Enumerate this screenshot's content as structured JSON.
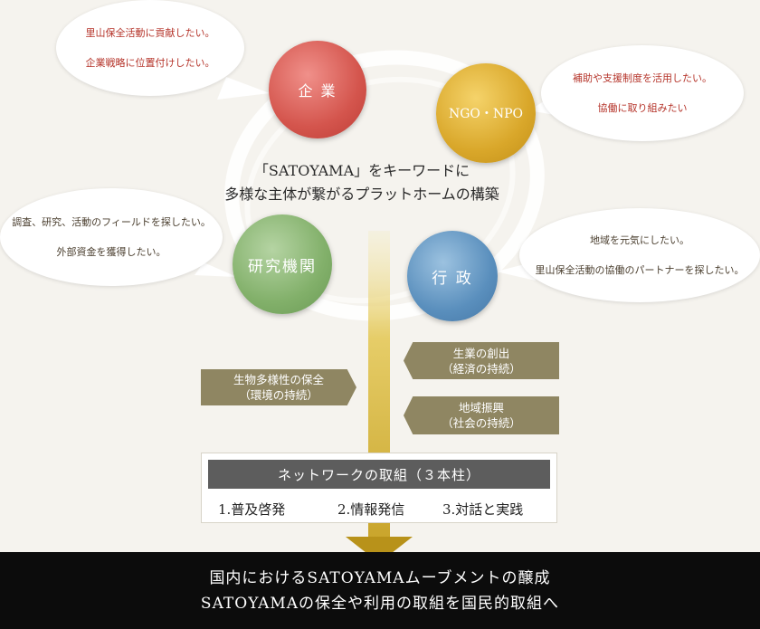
{
  "actors": {
    "kigyo": "企 業",
    "ngo": "NGO・NPO",
    "kenkyu": "研究機関",
    "gyosei": "行 政"
  },
  "bubbles": {
    "kigyo": [
      "里山保全活動に貢献したい。",
      "企業戦略に位置付けしたい。"
    ],
    "ngo": [
      "補助や支援制度を活用したい。",
      "協働に取り組みたい"
    ],
    "kenkyu": [
      "調査、研究、活動のフィールドを探したい。",
      "外部資金を獲得したい。"
    ],
    "gyosei": [
      "地域を元気にしたい。",
      "里山保全活動の協働のパートナーを探したい。"
    ]
  },
  "center": {
    "line1": "「SATOYAMA」をキーワードに",
    "line2": "多様な主体が繋がるプラットホームの構築"
  },
  "sustainability": {
    "environment": [
      "生物多様性の保全",
      "（環境の持続）"
    ],
    "economy": [
      "生業の創出",
      "（経済の持続）"
    ],
    "society": [
      "地域振興",
      "（社会の持続）"
    ]
  },
  "network": {
    "title": "ネットワークの取組（３本柱）",
    "pillars": [
      "1.普及啓発",
      "2.情報発信",
      "3.対話と実践"
    ]
  },
  "goal": {
    "line1": "国内におけるSATOYAMAムーブメントの醸成",
    "line2": "SATOYAMAの保全や利用の取組を国民的取組へ"
  },
  "colors": {
    "kigyo": "#d4554d",
    "ngo": "#d9a72a",
    "kenkyu": "#82b06a",
    "gyosei": "#5a8fbd",
    "tag": "#8f8662",
    "arrow": "#b8921a"
  }
}
